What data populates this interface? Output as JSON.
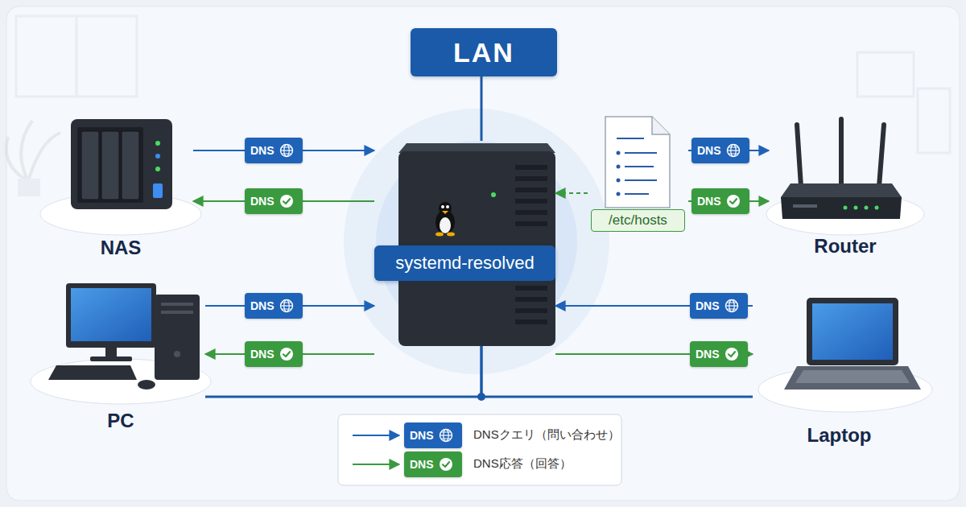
{
  "diagram": {
    "nodes": [
      {
        "text": [
          "LAN"
        ]
      },
      {
        "text": [
          "NAS"
        ]
      },
      {
        "text": [
          "systemd-resolved"
        ]
      },
      {
        "text": [
          "/etc/hosts"
        ]
      },
      {
        "text": [
          "Router"
        ]
      },
      {
        "text": [
          "PC"
        ]
      },
      {
        "text": [
          "Laptop"
        ]
      }
    ],
    "edges": [
      {
        "from": 0,
        "to": 2,
        "arrow": "none"
      },
      {
        "from": 1,
        "to": 2,
        "arrow": "to",
        "label": "DNS"
      },
      {
        "from": 2,
        "to": 1,
        "arrow": "to",
        "label": "DNS"
      },
      {
        "from": 3,
        "to": 4,
        "arrow": "to",
        "label": "DNS"
      },
      {
        "from": 3,
        "to": 4,
        "arrow": "to",
        "label": "DNS"
      },
      {
        "from": 3,
        "to": 2,
        "arrow": "to"
      },
      {
        "from": 5,
        "to": 2,
        "arrow": "to",
        "label": "DNS"
      },
      {
        "from": 2,
        "to": 5,
        "arrow": "to",
        "label": "DNS"
      },
      {
        "from": 6,
        "to": 2,
        "arrow": "to",
        "label": "DNS"
      },
      {
        "from": 2,
        "to": 6,
        "arrow": "to",
        "label": "DNS"
      },
      {
        "from": 2,
        "to": 5,
        "arrow": "none"
      },
      {
        "from": 2,
        "to": 6,
        "arrow": "none"
      }
    ],
    "labels": [
      "DNS",
      "DNS"
    ],
    "legend": [
      {
        "text": "DNSクエリ（問い合わせ）"
      },
      {
        "text": "DNS応答（回答）"
      }
    ]
  }
}
